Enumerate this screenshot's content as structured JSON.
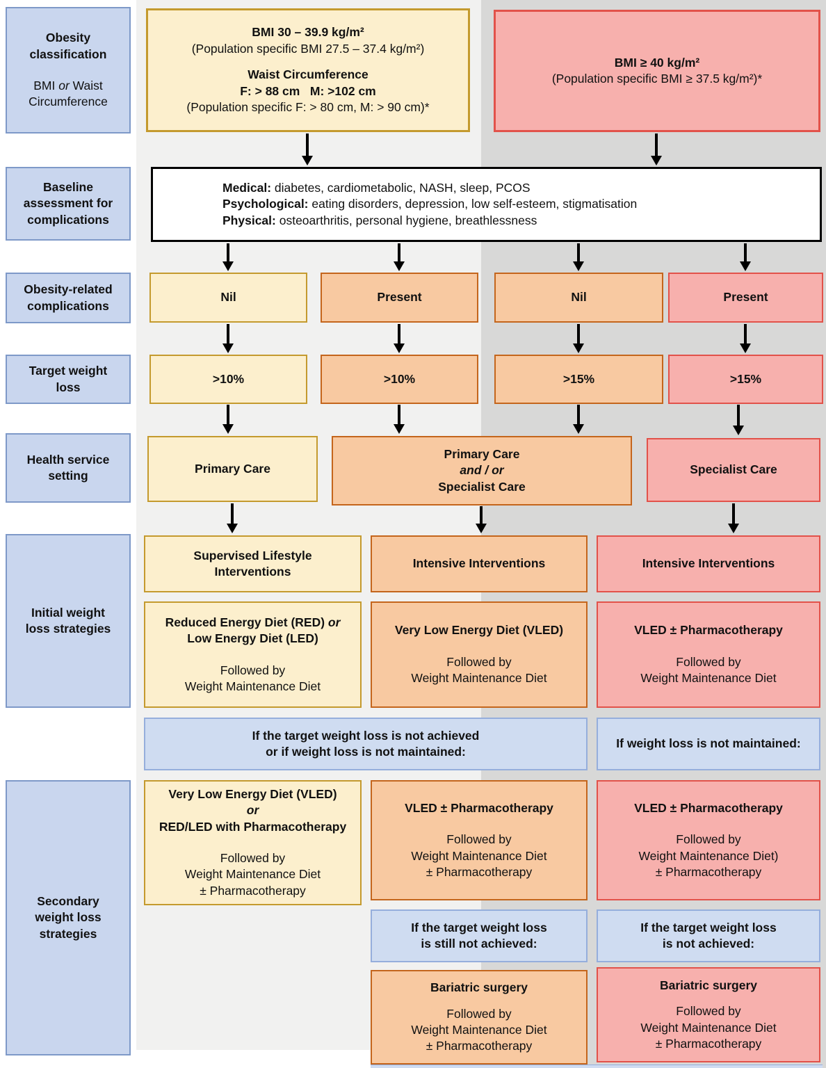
{
  "colors": {
    "yellow_fill": "#fcefcd",
    "yellow_border": "#c49a2e",
    "orange_fill": "#f8c9a1",
    "orange_border": "#c4651c",
    "pink_fill": "#f7b0ad",
    "pink_border": "#e2524a",
    "sidebar_fill": "#c9d6ee",
    "sidebar_border": "#7e99c8",
    "note_fill": "#cfdcf1",
    "note_border": "#95aedc",
    "panel_left": "#f1f1f0",
    "panel_right": "#d8d8d7"
  },
  "sidebar": {
    "classification_title": "Obesity\nclassification",
    "classification_sub_pre": "BMI",
    "classification_sub_or": "or",
    "classification_sub_post": "Waist",
    "classification_sub_line2": "Circumference",
    "baseline": "Baseline\nassessment for\ncomplications",
    "complications": "Obesity-related\ncomplications",
    "target": "Target weight\nloss",
    "health": "Health service\nsetting",
    "initial": "Initial weight\nloss strategies",
    "secondary": "Secondary\nweight loss\nstrategies"
  },
  "top": {
    "bmi30_line1": "BMI 30 – 39.9 kg/m²",
    "bmi30_line2": "(Population specific BMI 27.5 – 37.4 kg/m²)",
    "waist_title": "Waist Circumference",
    "waist_values": "F: > 88 cm   M: >102 cm",
    "waist_note": "(Population specific F: > 80 cm, M: > 90 cm)*",
    "bmi40_line1": "BMI ≥ 40 kg/m²",
    "bmi40_line2": "(Population specific BMI ≥ 37.5 kg/m²)*"
  },
  "assessment": {
    "medical_label": "Medical:",
    "medical_text": "diabetes, cardiometabolic, NASH, sleep, PCOS",
    "psychological_label": "Psychological:",
    "psychological_text": "eating disorders, depression, low self-esteem, stigmatisation",
    "physical_label": "Physical:",
    "physical_text": "osteoarthritis, personal hygiene, breathlessness"
  },
  "complications": {
    "col1": "Nil",
    "col2": "Present",
    "col3": "Nil",
    "col4": "Present"
  },
  "target": {
    "col1": ">10%",
    "col2": ">10%",
    "col3": ">15%",
    "col4": ">15%"
  },
  "health": {
    "col1": "Primary Care",
    "col2_line1": "Primary Care",
    "col2_line2": "and / or",
    "col2_line3": "Specialist Care",
    "col3": "Specialist Care"
  },
  "headers": {
    "col1": "Supervised Lifestyle\nInterventions",
    "col2": "Intensive Interventions",
    "col3": "Intensive Interventions"
  },
  "initial": {
    "col1_bold1": "Reduced Energy Diet (RED)",
    "col1_or": "or",
    "col1_bold2": "Low Energy Diet (LED)",
    "col1_followed": "Followed by\nWeight Maintenance Diet",
    "col2_bold": "Very Low Energy Diet (VLED)",
    "col2_followed": "Followed by\nWeight Maintenance Diet",
    "col3_bold": "VLED ± Pharmacotherapy",
    "col3_followed": "Followed by\nWeight Maintenance Diet"
  },
  "notes": {
    "row1_main": "If the target weight loss is not achieved\nor if weight loss is not maintained:",
    "row1_right": "If weight loss is not maintained:",
    "row2_mid": "If the target weight loss\nis still not achieved:",
    "row2_right": "If the target weight loss\nis not achieved:"
  },
  "secondary": {
    "col1_bold1": "Very Low Energy Diet (VLED)",
    "col1_or": "or",
    "col1_bold2": "RED/LED with Pharmacotherapy",
    "col1_followed": "Followed by\nWeight Maintenance Diet\n± Pharmacotherapy",
    "col2_bold": "VLED ± Pharmacotherapy",
    "col2_followed": "Followed by\nWeight Maintenance Diet\n± Pharmacotherapy",
    "col3_bold": "VLED ± Pharmacotherapy",
    "col3_followed": "Followed by\nWeight Maintenance Diet)\n± Pharmacotherapy"
  },
  "bariatric": {
    "col2_bold": "Bariatric surgery",
    "col2_followed": "Followed by\nWeight Maintenance Diet\n± Pharmacotherapy",
    "col3_bold": "Bariatric surgery",
    "col3_followed": "Followed by\nWeight Maintenance Diet\n± Pharmacotherapy"
  }
}
